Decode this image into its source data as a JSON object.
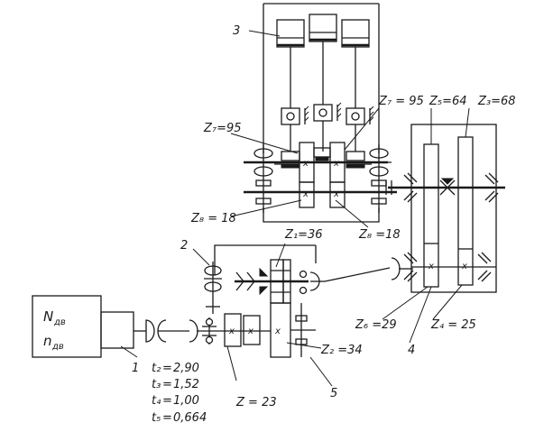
{
  "labels": {
    "engine_power": "N",
    "engine_power_sub": "дв",
    "engine_speed": "n",
    "engine_speed_sub": "дв",
    "part_1": "1",
    "part_2": "2",
    "part_3": "3",
    "part_4": "4",
    "part_5": "5",
    "z7_left": "Z₇=95",
    "z7_right": "Z₇ = 95",
    "z5": "Z₅=64",
    "z3": "Z₃=68",
    "z8_left": "Z₈ = 18",
    "z8_right": "Z₈ =18",
    "z1": "Z₁=36",
    "z2": "Z₂ =34",
    "z6": "Z₆ =29",
    "z4": "Z₄ = 25",
    "z_input": "Z = 23",
    "gear_mark": "x"
  },
  "ratios": [
    {
      "name": "t₂",
      "value": "2,90"
    },
    {
      "name": "t₃",
      "value": "1,52"
    },
    {
      "name": "t₄",
      "value": "1,00"
    },
    {
      "name": "t₅",
      "value": "0,664"
    }
  ]
}
